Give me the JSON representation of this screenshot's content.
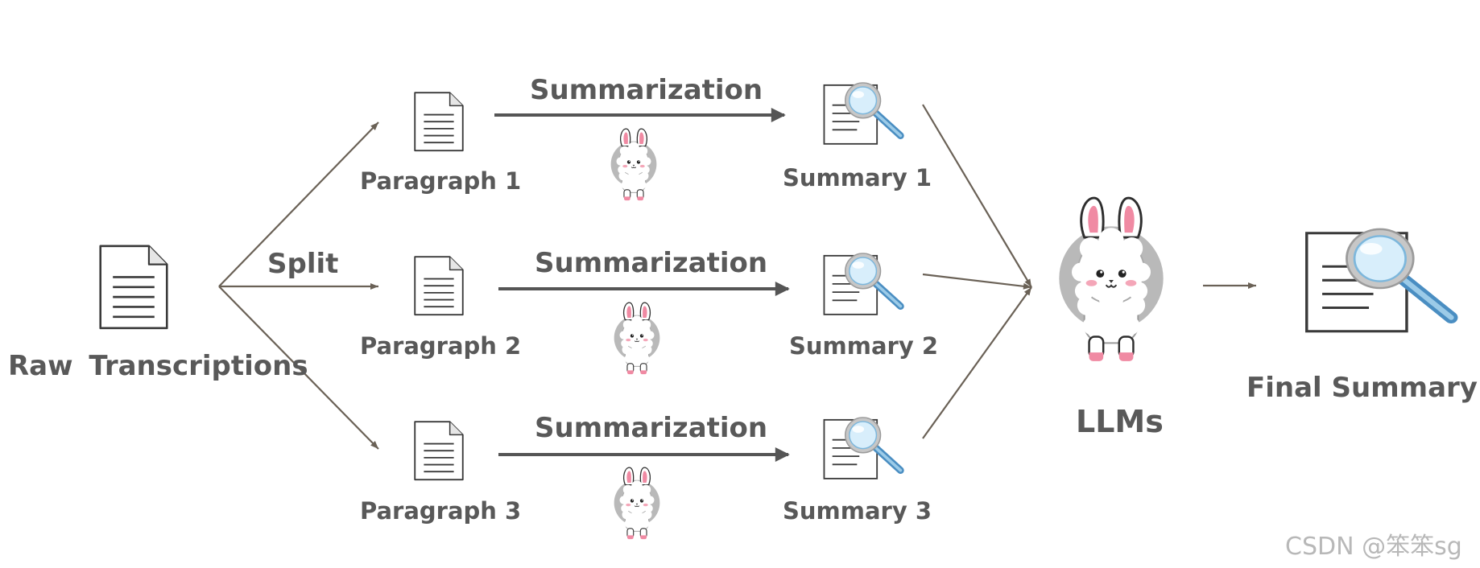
{
  "labels": {
    "raw": "Raw  Transcriptions",
    "split": "Split",
    "paragraphs": [
      "Paragraph 1",
      "Paragraph 2",
      "Paragraph 3"
    ],
    "summarization": "Summarization",
    "summaries": [
      "Summary 1",
      "Summary 2",
      "Summary 3"
    ],
    "llms": "LLMs",
    "final": "Final Summary"
  },
  "watermark": "CSDN @笨笨sg",
  "icons": {
    "document": "document-icon",
    "summary": "document-magnifier-icon",
    "model": "llama-mascot-icon"
  },
  "colors": {
    "text": "#595959",
    "thin_arrow": "#6a6156",
    "thick_arrow": "#555555",
    "watermark": "#b8b8b8"
  }
}
